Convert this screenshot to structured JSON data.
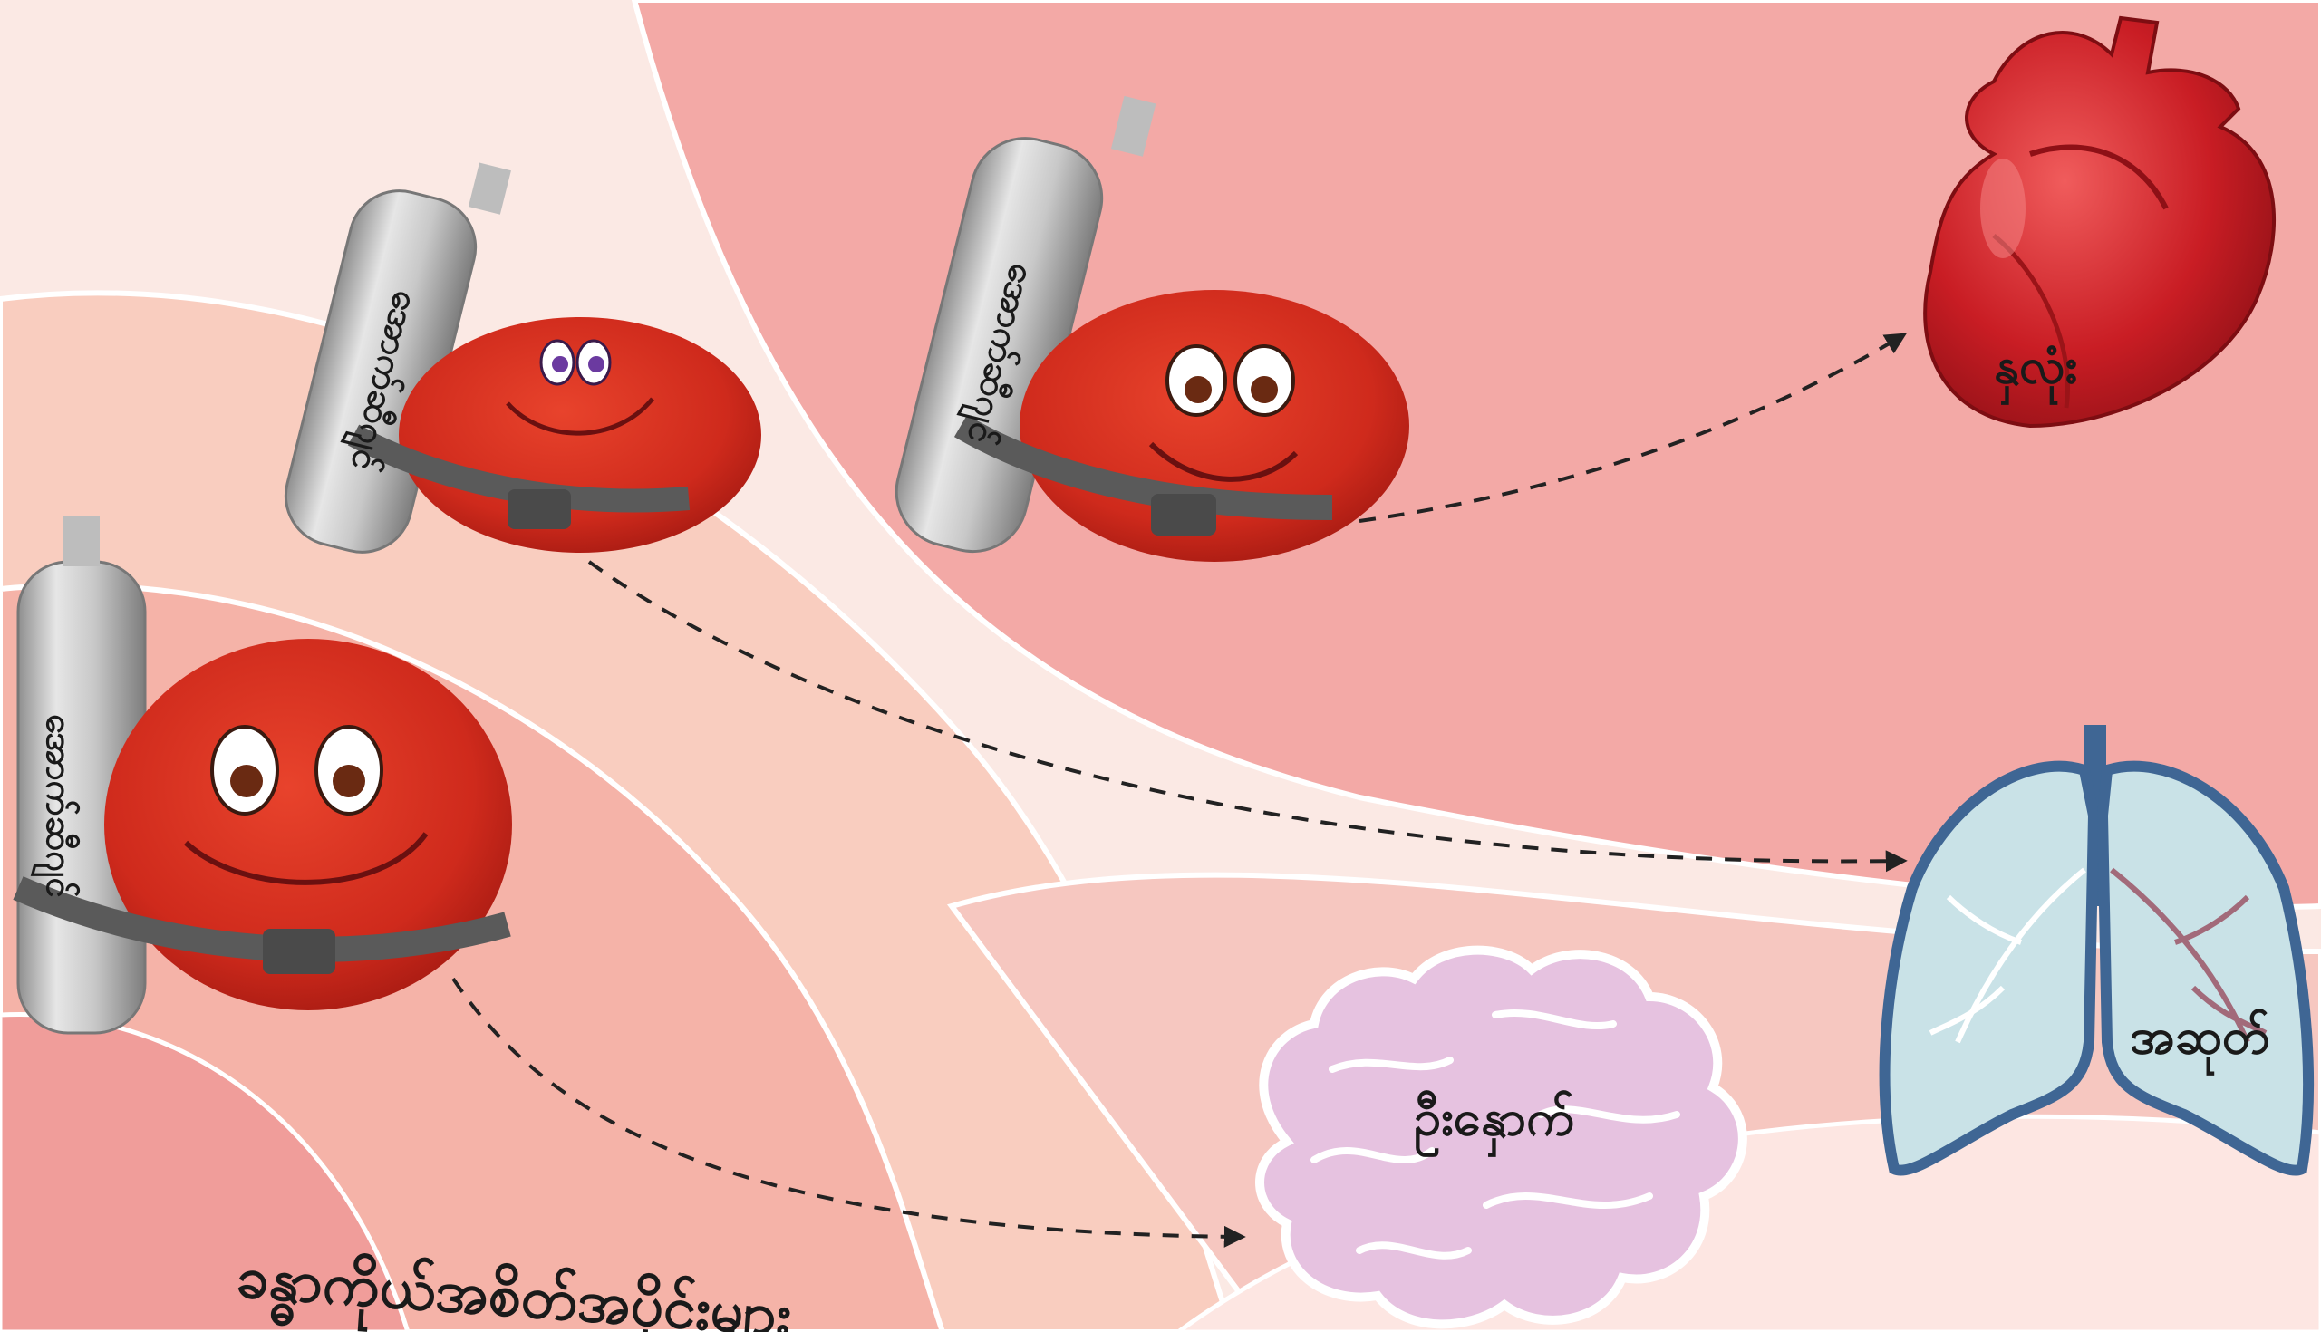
{
  "organs": {
    "heart": "နှလုံး",
    "lungs": "အဆုတ်",
    "brain": "ဦးနှောက်"
  },
  "cells": [
    {
      "tank_label": "အောက်ဆီဂျင်"
    },
    {
      "tank_label": "အောက်ဆီဂျင်"
    },
    {
      "tank_label": "အောက်ဆီဂျင်"
    }
  ],
  "caption": "ခန္ဓာကိုယ်အစိတ်အပိုင်းများ",
  "colors": {
    "cell_red": "#d0281c",
    "heart_red": "#c91d24",
    "lung_fill": "#c9e2e7",
    "lung_outline": "#3f6694",
    "brain_fill": "#e6c2e0",
    "tank_silver": "#c7c7c7",
    "strap_gray": "#5a5a5a"
  }
}
